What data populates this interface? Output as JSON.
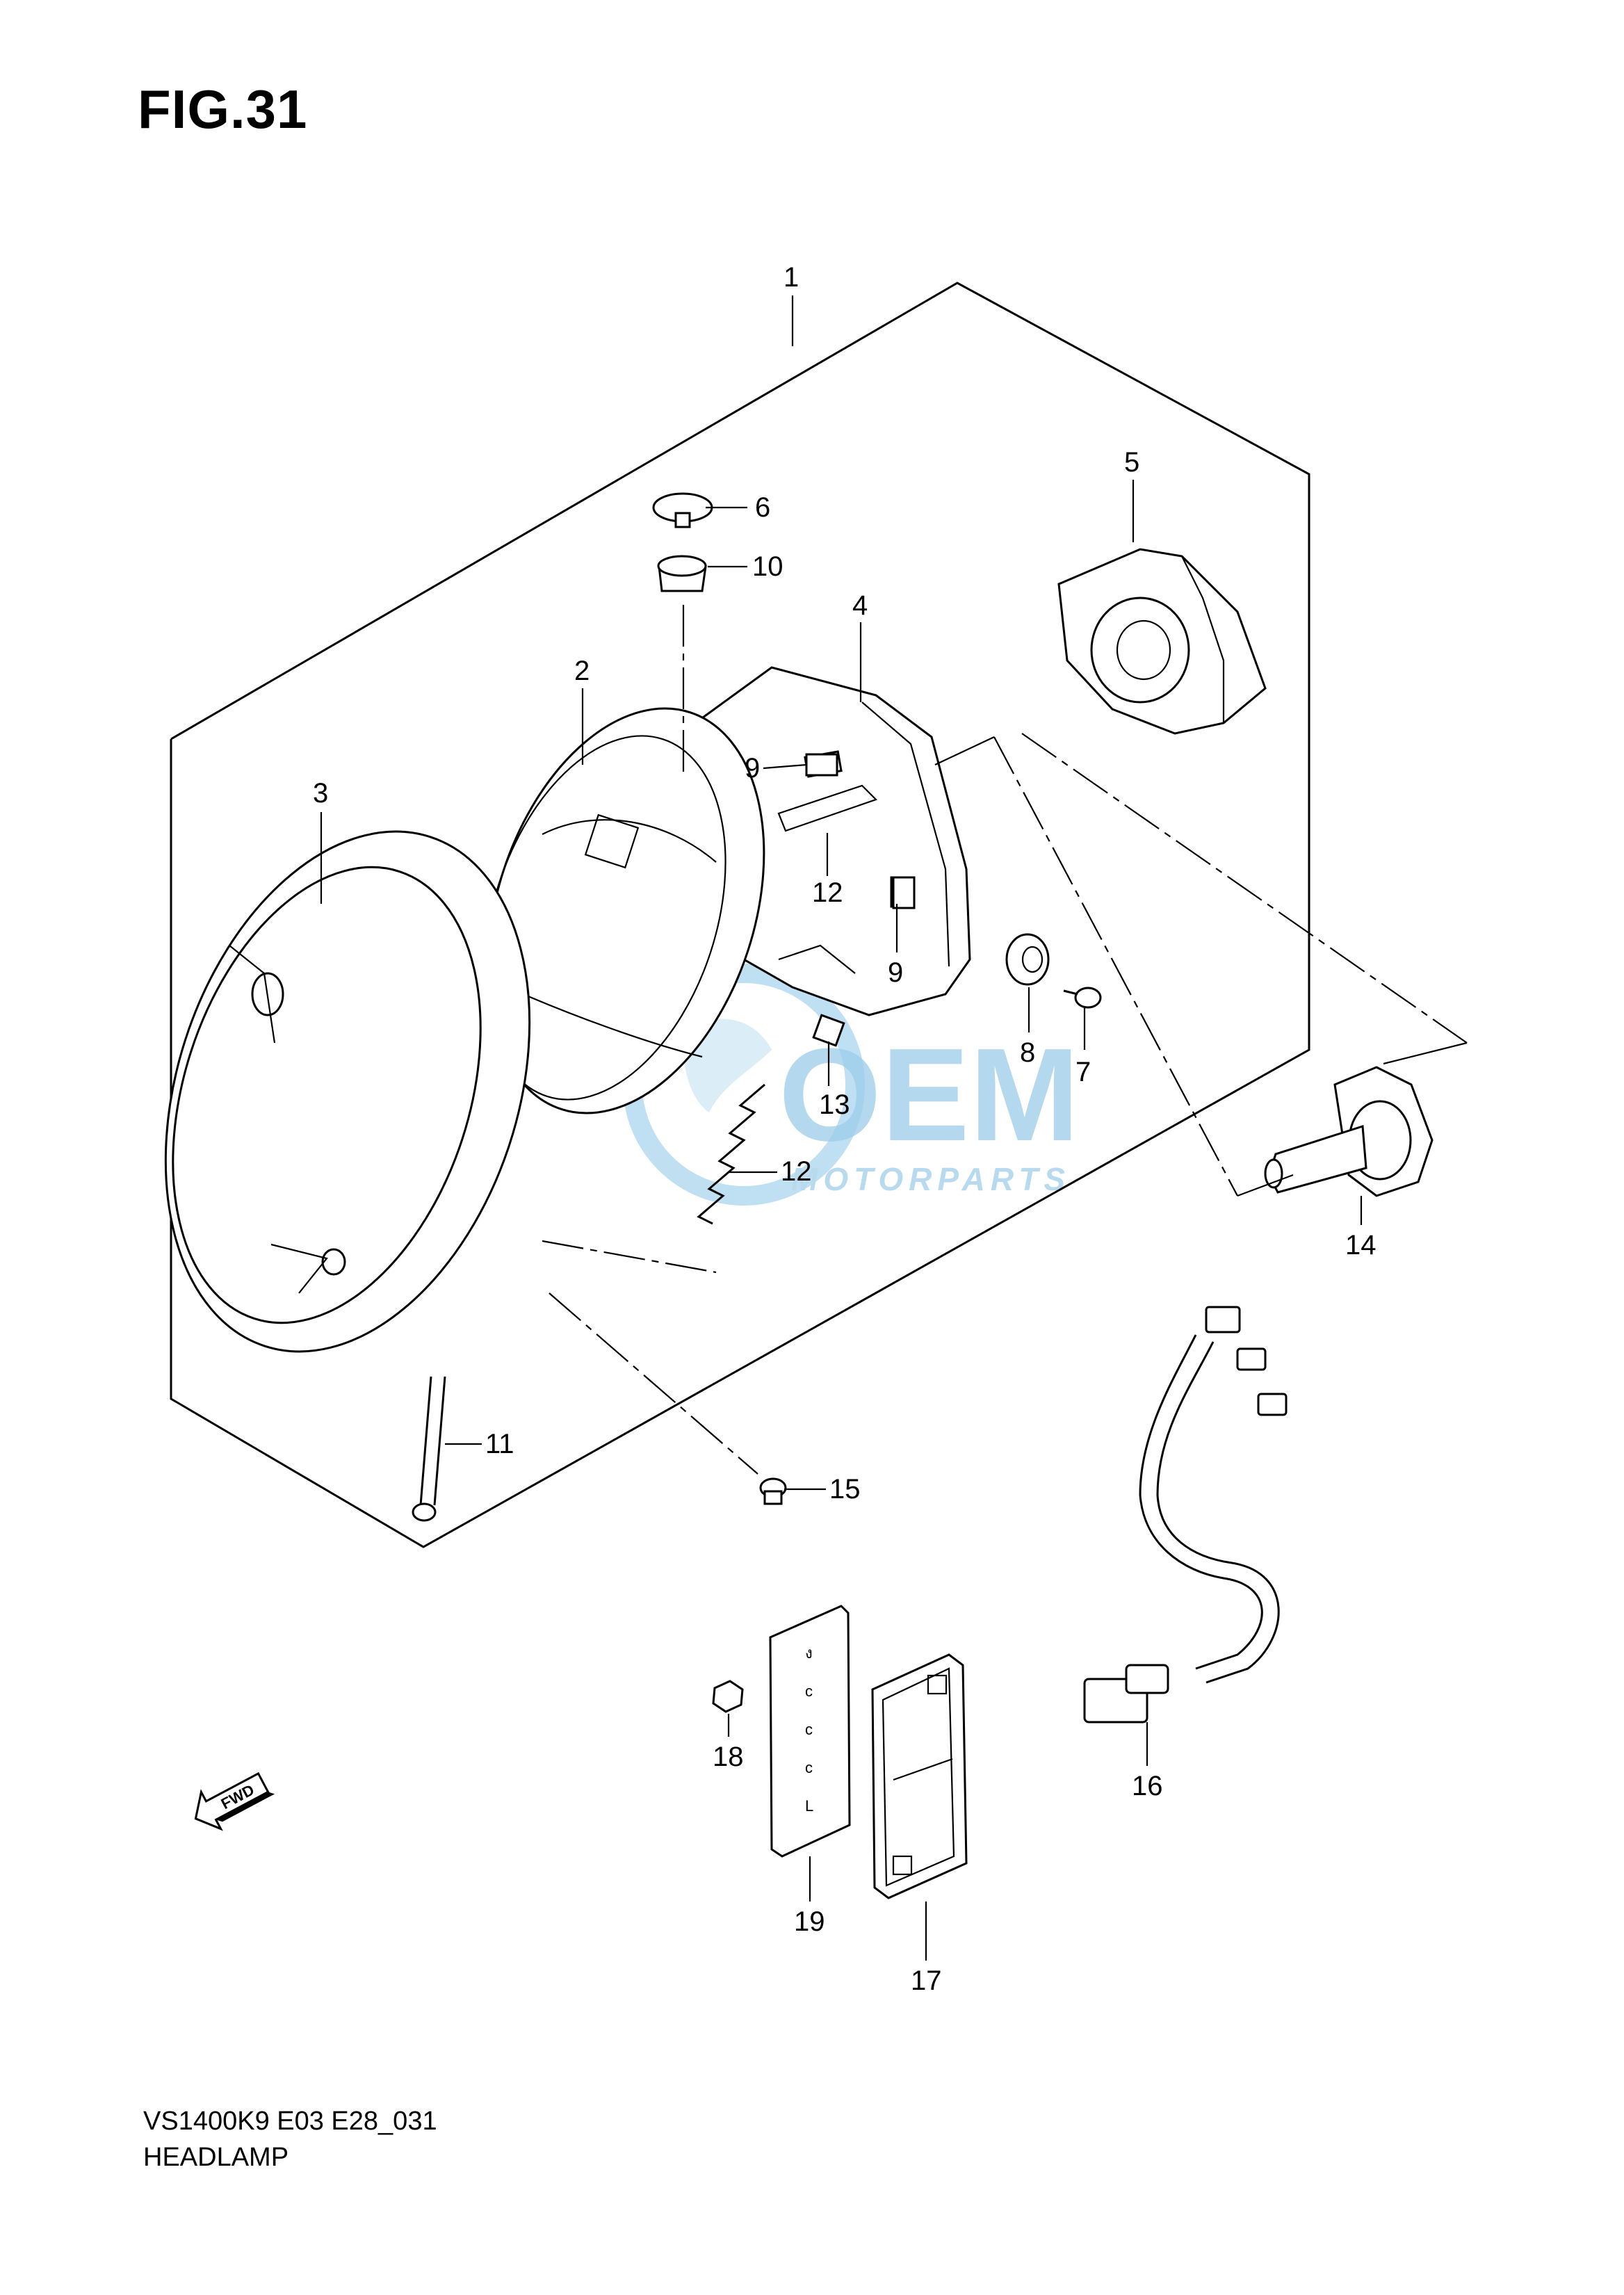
{
  "figure": {
    "title": "FIG.31",
    "model_code": "VS1400K9 E03 E28_031",
    "section_name": "HEADLAMP"
  },
  "watermark": {
    "brand_main": "OEM",
    "brand_sub": "MOTORPARTS",
    "color": "#4aa3d8"
  },
  "direction_marker": {
    "label": "FWD",
    "icon": "forward-arrow-icon"
  },
  "callouts": [
    {
      "id": "1",
      "label": "1"
    },
    {
      "id": "2",
      "label": "2"
    },
    {
      "id": "3",
      "label": "3"
    },
    {
      "id": "4",
      "label": "4"
    },
    {
      "id": "5",
      "label": "5"
    },
    {
      "id": "6",
      "label": "6"
    },
    {
      "id": "7",
      "label": "7"
    },
    {
      "id": "8",
      "label": "8"
    },
    {
      "id": "9a",
      "label": "9"
    },
    {
      "id": "9b",
      "label": "9"
    },
    {
      "id": "10",
      "label": "10"
    },
    {
      "id": "11",
      "label": "11"
    },
    {
      "id": "12a",
      "label": "12"
    },
    {
      "id": "12b",
      "label": "12"
    },
    {
      "id": "13",
      "label": "13"
    },
    {
      "id": "14",
      "label": "14"
    },
    {
      "id": "15",
      "label": "15"
    },
    {
      "id": "16",
      "label": "16"
    },
    {
      "id": "17",
      "label": "17"
    },
    {
      "id": "18",
      "label": "18"
    },
    {
      "id": "19",
      "label": "19"
    }
  ]
}
